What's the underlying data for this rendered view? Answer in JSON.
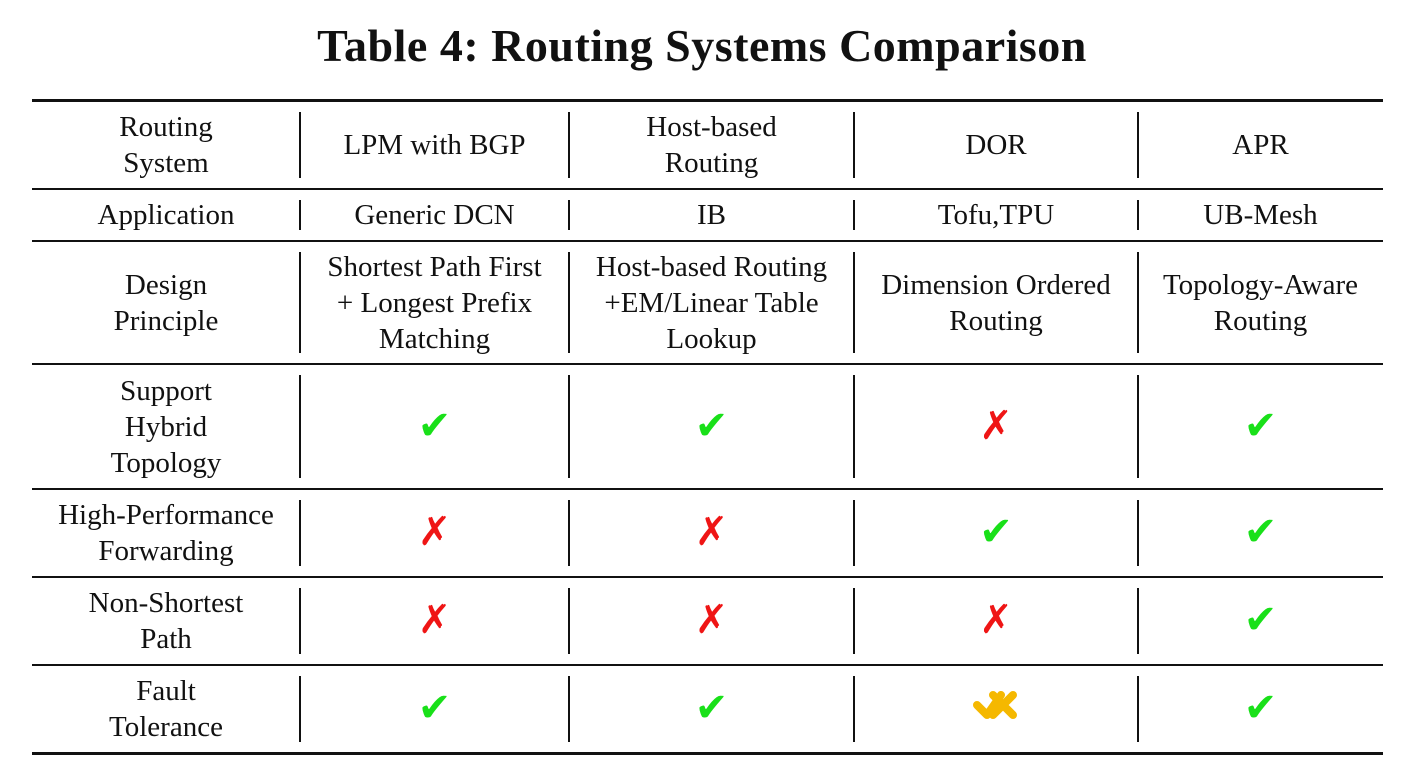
{
  "title": "Table 4: Routing Systems Comparison",
  "colors": {
    "yes": "#19e019",
    "no": "#ef1515",
    "partial": "#f5b800"
  },
  "rows": [
    {
      "label": "Routing\nSystem",
      "cells": [
        {
          "text": "LPM with BGP"
        },
        {
          "text": "Host-based\nRouting"
        },
        {
          "text": "DOR"
        },
        {
          "text": "APR"
        }
      ]
    },
    {
      "label": "Application",
      "cells": [
        {
          "text": "Generic DCN"
        },
        {
          "text": "IB"
        },
        {
          "text": "Tofu,TPU"
        },
        {
          "text": "UB-Mesh"
        }
      ]
    },
    {
      "label": "Design\nPrinciple",
      "cells": [
        {
          "text": "Shortest Path First\n+ Longest Prefix\nMatching"
        },
        {
          "text": "Host-based Routing\n+EM/Linear Table\nLookup"
        },
        {
          "text": "Dimension Ordered\nRouting"
        },
        {
          "text": "Topology-Aware\nRouting"
        }
      ]
    },
    {
      "label": "Support\nHybrid\nTopology",
      "cells": [
        {
          "mark": "yes",
          "icon": "check-icon"
        },
        {
          "mark": "yes",
          "icon": "check-icon"
        },
        {
          "mark": "no",
          "icon": "cross-icon"
        },
        {
          "mark": "yes",
          "icon": "check-icon"
        }
      ]
    },
    {
      "label": "High-Performance\nForwarding",
      "cells": [
        {
          "mark": "no",
          "icon": "cross-icon"
        },
        {
          "mark": "no",
          "icon": "cross-icon"
        },
        {
          "mark": "yes",
          "icon": "check-icon"
        },
        {
          "mark": "yes",
          "icon": "check-icon"
        }
      ]
    },
    {
      "label": "Non-Shortest\nPath",
      "cells": [
        {
          "mark": "no",
          "icon": "cross-icon"
        },
        {
          "mark": "no",
          "icon": "cross-icon"
        },
        {
          "mark": "no",
          "icon": "cross-icon"
        },
        {
          "mark": "yes",
          "icon": "check-icon"
        }
      ]
    },
    {
      "label": "Fault\nTolerance",
      "cells": [
        {
          "mark": "yes",
          "icon": "check-icon"
        },
        {
          "mark": "yes",
          "icon": "check-icon"
        },
        {
          "mark": "partial",
          "icon": "partial-check-cross-icon"
        },
        {
          "mark": "yes",
          "icon": "check-icon"
        }
      ]
    }
  ]
}
